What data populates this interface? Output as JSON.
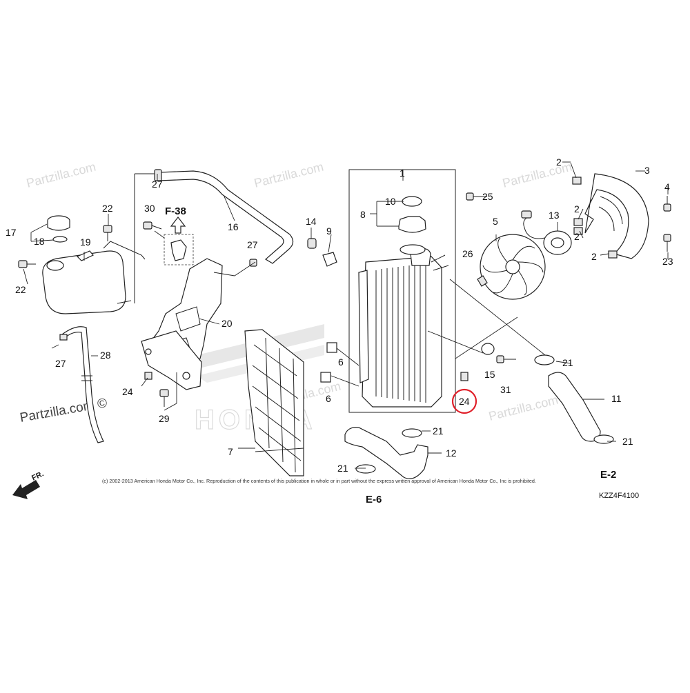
{
  "diagram": {
    "code": "KZZ4F4100",
    "copyright": "(c) 2002-2013 American Honda Motor Co., Inc. Reproduction of the contents of this publication in whole or in part without the express written approval of American Honda Motor Co., Inc is prohibited.",
    "watermark": "Partzilla.com",
    "watermark_strong": "Partzilla.com ©",
    "honda_wordmark": "HONDA",
    "front_label": "FR.",
    "references": {
      "f38": "F-38",
      "e6": "E-6",
      "e2": "E-2"
    },
    "highlight_color": "#e0202a",
    "highlighted_callout": "24",
    "callouts": {
      "c1": "1",
      "c2a": "2",
      "c2b": "2",
      "c2c": "2",
      "c2d": "2",
      "c3": "3",
      "c4": "4",
      "c5": "5",
      "c6a": "6",
      "c6b": "6",
      "c7": "7",
      "c8": "8",
      "c9": "9",
      "c10": "10",
      "c11": "11",
      "c12": "12",
      "c13": "13",
      "c14": "14",
      "c15": "15",
      "c16": "16",
      "c17": "17",
      "c18": "18",
      "c19": "19",
      "c20": "20",
      "c21a": "21",
      "c21b": "21",
      "c21c": "21",
      "c21d": "21",
      "c22a": "22",
      "c22b": "22",
      "c23": "23",
      "c24a": "24",
      "c24b": "24",
      "c25": "25",
      "c26": "26",
      "c27a": "27",
      "c27b": "27",
      "c27c": "27",
      "c28": "28",
      "c29": "29",
      "c30": "30",
      "c31": "31"
    }
  }
}
